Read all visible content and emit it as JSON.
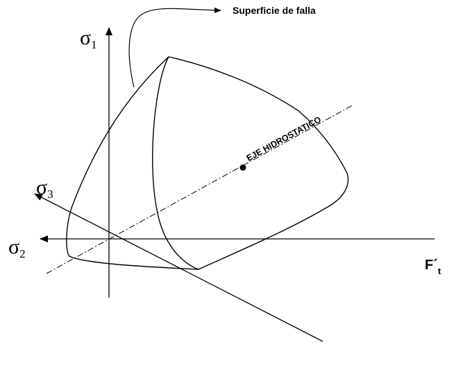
{
  "labels": {
    "surface": "Superficie de falla",
    "axis_hydrostatic": "EJE HIDROSTATICO",
    "axis_s1": {
      "symbol": "σ",
      "sub": "1"
    },
    "axis_s2": {
      "symbol": "σ",
      "sub": "2"
    },
    "axis_s3": {
      "symbol": "σ",
      "sub": "3"
    },
    "ft": {
      "main": "F´",
      "sub": "t"
    }
  },
  "colors": {
    "line": "#000000",
    "background": "#ffffff"
  }
}
